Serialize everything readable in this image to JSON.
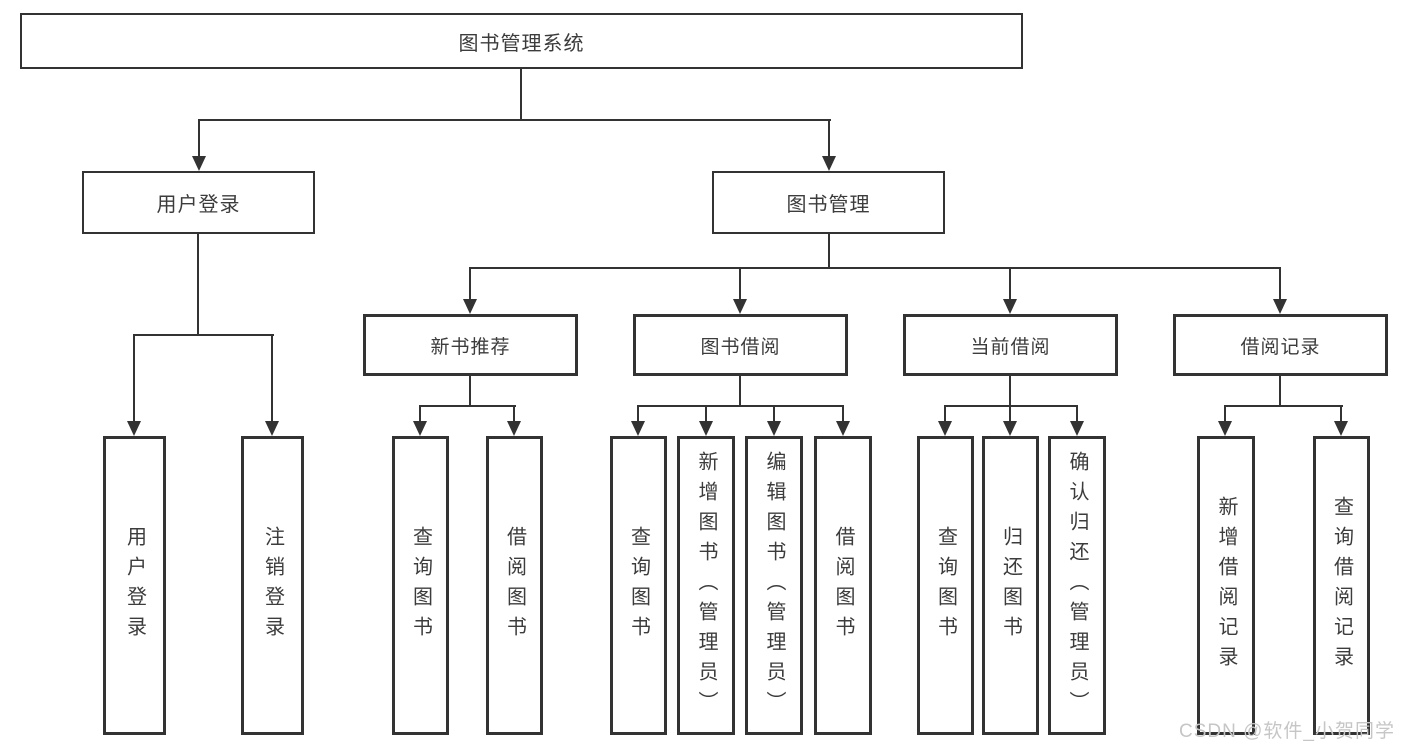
{
  "colors": {
    "line": "#333333",
    "text": "#3c3c3c",
    "watermark": "#c6c6c6",
    "box-bg": "#ffffff"
  },
  "watermark": "CSDN @软件_小贺同学",
  "tree": {
    "label": "图书管理系统",
    "children": [
      {
        "label": "用户登录",
        "children": [
          {
            "label": "用户登录"
          },
          {
            "label": "注销登录"
          }
        ]
      },
      {
        "label": "图书管理",
        "children": [
          {
            "label": "新书推荐",
            "children": [
              {
                "label": "查询图书"
              },
              {
                "label": "借阅图书"
              }
            ]
          },
          {
            "label": "图书借阅",
            "children": [
              {
                "label": "查询图书"
              },
              {
                "label": "新增图书（管理员）"
              },
              {
                "label": "编辑图书（管理员）"
              },
              {
                "label": "借阅图书"
              }
            ]
          },
          {
            "label": "当前借阅",
            "children": [
              {
                "label": "查询图书"
              },
              {
                "label": "归还图书"
              },
              {
                "label": "确认归还（管理员）"
              }
            ]
          },
          {
            "label": "借阅记录",
            "children": [
              {
                "label": "新增借阅记录"
              },
              {
                "label": "查询借阅记录"
              }
            ]
          }
        ]
      }
    ]
  }
}
